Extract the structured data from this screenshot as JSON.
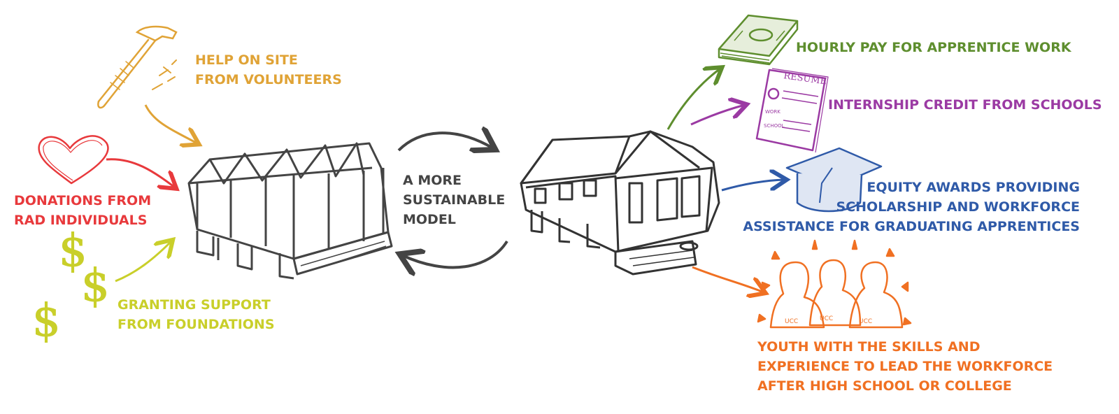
{
  "colors": {
    "volunteers": "#e0a336",
    "donations": "#e8393c",
    "granting": "#c9cf2a",
    "center": "#444444",
    "hourly": "#5e8e2e",
    "internship": "#9b3aa3",
    "equity": "#2f5aa8",
    "youth": "#f07022"
  },
  "inputs": {
    "volunteers": {
      "icon": "hammer-icon",
      "lines": [
        "HELP ON SITE",
        "FROM VOLUNTEERS"
      ]
    },
    "donations": {
      "icon": "heart-icon",
      "lines": [
        "DONATIONS FROM",
        "RAD INDIVIDUALS"
      ]
    },
    "granting": {
      "icon": "dollar-signs-icon",
      "lines": [
        "GRANTING SUPPORT",
        "FROM FOUNDATIONS"
      ]
    }
  },
  "center": {
    "lines": [
      "A MORE",
      "SUSTAINABLE",
      "MODEL"
    ]
  },
  "outputs": {
    "hourly": {
      "icon": "money-stack-icon",
      "lines": [
        "HOURLY PAY FOR APPRENTICE WORK"
      ]
    },
    "internship": {
      "icon": "resume-icon",
      "lines": [
        "INTERNSHIP CREDIT FROM SCHOOLS"
      ],
      "doc_text": [
        "RESUME",
        "WORK",
        "SCHOOL"
      ]
    },
    "equity": {
      "icon": "graduation-cap-icon",
      "lines": [
        "EQUITY AWARDS PROVIDING",
        "SCHOLARSHIP AND WORKFORCE",
        "ASSISTANCE FOR GRADUATING APPRENTICES"
      ]
    },
    "youth": {
      "icon": "people-icon",
      "lines": [
        "YOUTH WITH THE SKILLS AND",
        "EXPERIENCE TO LEAD THE WORKFORCE",
        "AFTER HIGH SCHOOL OR COLLEGE"
      ],
      "shirt_text": [
        "UCC",
        "UCC",
        "UCC"
      ]
    }
  }
}
